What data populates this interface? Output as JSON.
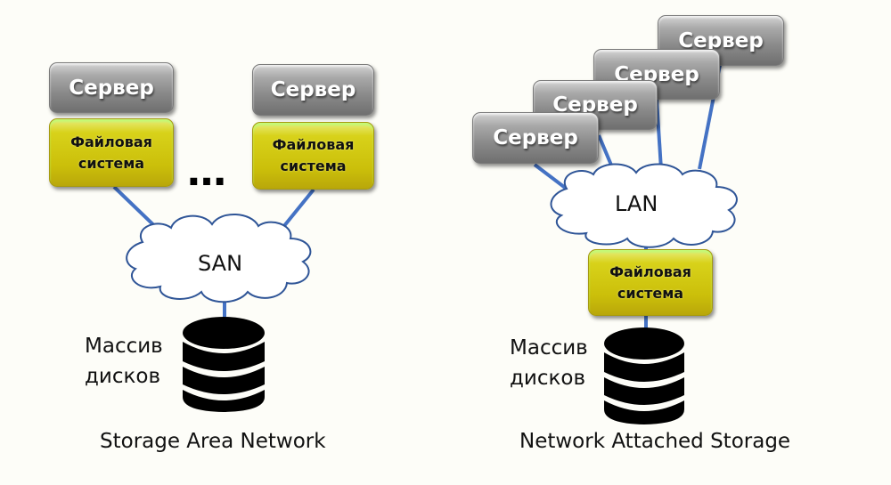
{
  "san": {
    "servers": [
      {
        "label": "Сервер",
        "fs_label": [
          "Файловая",
          "система"
        ]
      },
      {
        "label": "Сервер",
        "fs_label": [
          "Файловая",
          "система"
        ]
      }
    ],
    "ellipsis": "…",
    "network_label": "SAN",
    "disk_label": [
      "Массив",
      "дисков"
    ],
    "caption": "Storage Area Network"
  },
  "nas": {
    "servers": [
      {
        "label": "Сервер"
      },
      {
        "label": "Сервер"
      },
      {
        "label": "Сервер"
      },
      {
        "label": "Сервер"
      }
    ],
    "network_label": "LAN",
    "fs_label": [
      "Файловая",
      "система"
    ],
    "disk_label": [
      "Массив",
      "дисков"
    ],
    "caption": "Network Attached Storage"
  },
  "colors": {
    "link": "#4472c4",
    "cloud_stroke": "#2f5597",
    "server_fill": "#8a8a8a",
    "fs_fill": "#d0c414",
    "disk": "#000000"
  }
}
